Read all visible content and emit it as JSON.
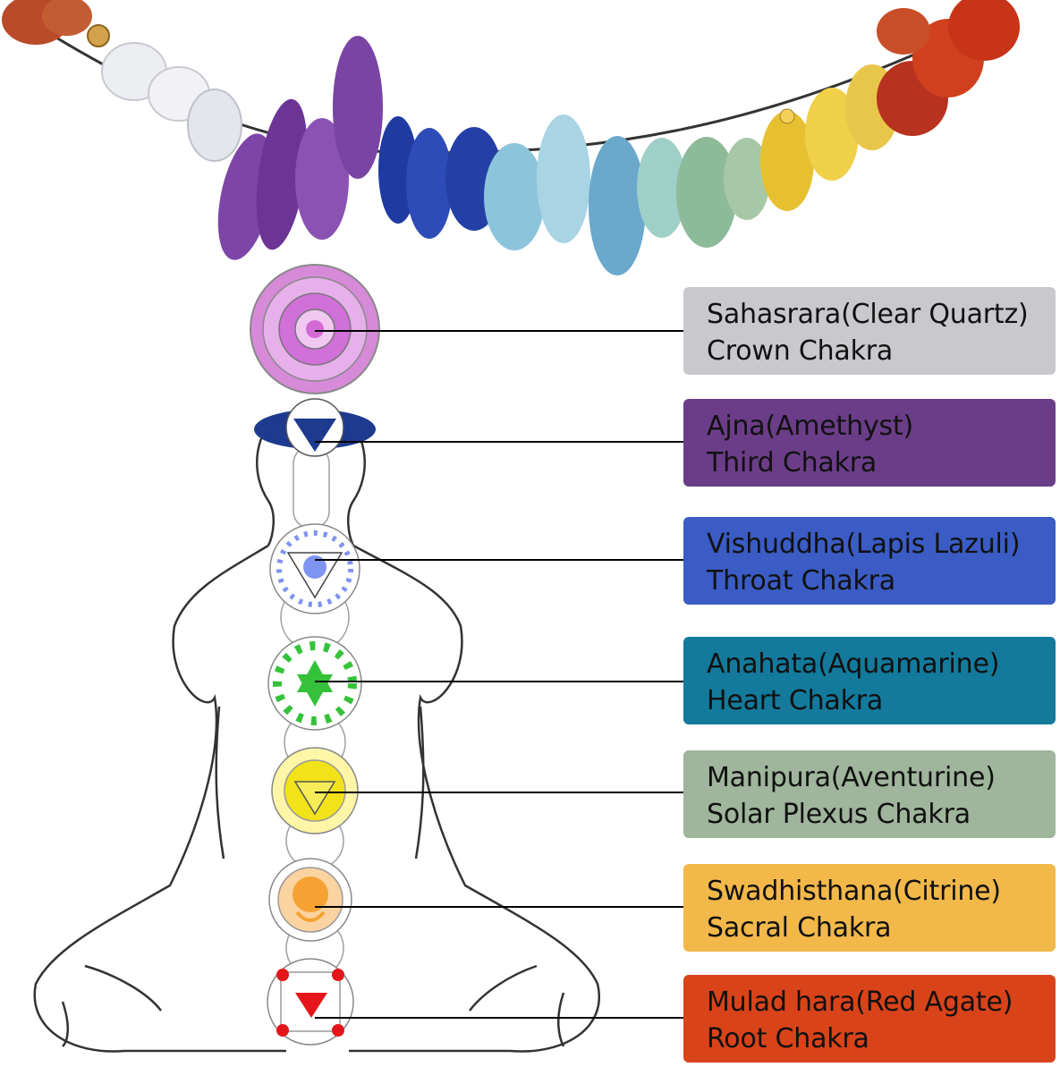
{
  "chakras": [
    {
      "name": "Sahasrara(Clear Quartz)",
      "subtitle": "Crown Chakra",
      "box_color": "#c9c8cc",
      "symbol_color": "#d68ad8"
    },
    {
      "name": "Ajna(Amethyst)",
      "subtitle": "Third Chakra",
      "box_color": "#6b3d88",
      "symbol_color": "#1d3a8f"
    },
    {
      "name": "Vishuddha(Lapis Lazuli)",
      "subtitle": "Throat Chakra",
      "box_color": "#3a5cc4",
      "symbol_color": "#7f93f0"
    },
    {
      "name": "Anahata(Aquamarine)",
      "subtitle": "Heart Chakra",
      "box_color": "#137a9c",
      "symbol_color": "#35c23a"
    },
    {
      "name": "Manipura(Aventurine)",
      "subtitle": "Solar Plexus Chakra",
      "box_color": "#9fb59c",
      "symbol_color": "#f2e21a"
    },
    {
      "name": "Swadhisthana(Citrine)",
      "subtitle": "Sacral Chakra",
      "box_color": "#f2b84a",
      "symbol_color": "#f5a233"
    },
    {
      "name": "Mulad hara(Red Agate)",
      "subtitle": "Root Chakra",
      "box_color": "#d9431a",
      "symbol_color": "#e5161b"
    }
  ],
  "bead_colors": [
    "#c0502a",
    "#e8e8ee",
    "#7b3fa0",
    "#2c48a8",
    "#8ec6de",
    "#8fbf9e",
    "#e9c23a",
    "#c83a1e"
  ]
}
